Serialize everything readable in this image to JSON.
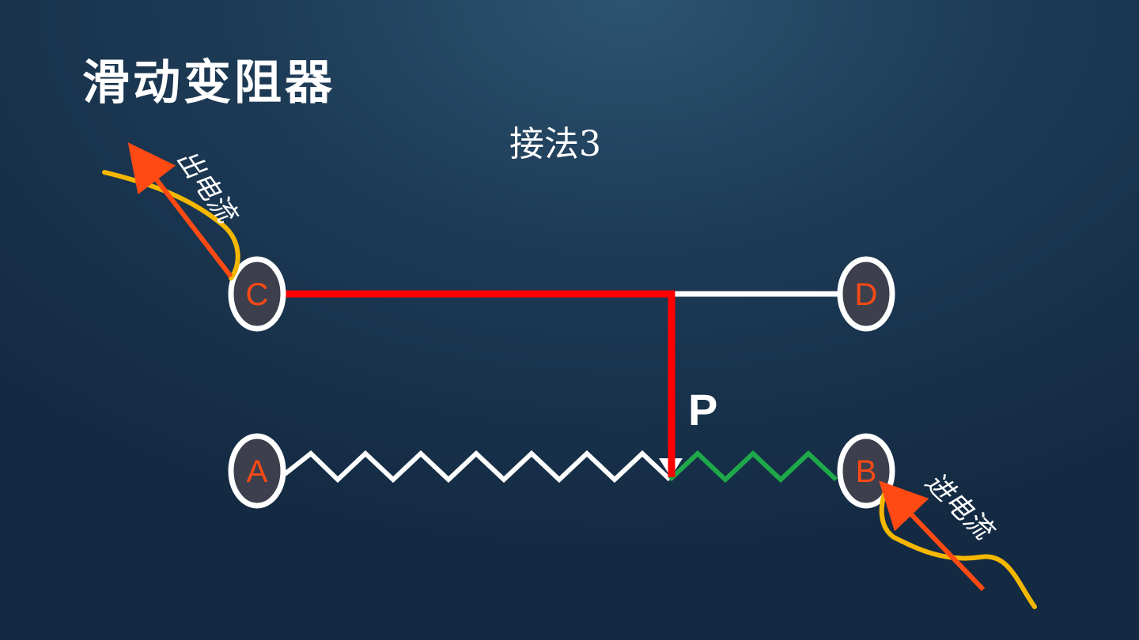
{
  "title": "滑动变阻器",
  "subtitle": "接法3",
  "terminals": {
    "a": "A",
    "b": "B",
    "c": "C",
    "d": "D"
  },
  "slider_label": "P",
  "current_out_label": "出电流",
  "current_in_label": "进电流",
  "colors": {
    "active_wire": "#ff0000",
    "inactive_wire": "#ffffff",
    "active_resistor": "#1fa84a",
    "inactive_resistor": "#ffffff",
    "terminal_fill": "#3d3f4d",
    "terminal_stroke": "#ffffff",
    "terminal_text": "#ff4a14",
    "current_arrow": "#ff4a14",
    "current_curve": "#f5b800"
  }
}
